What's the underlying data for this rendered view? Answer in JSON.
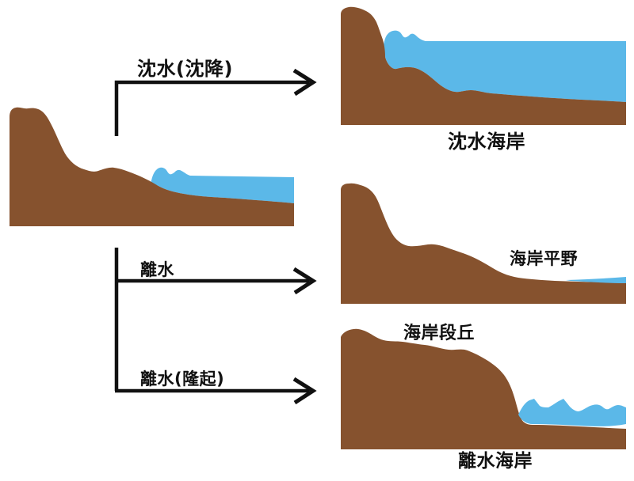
{
  "title": "Coastal landform evolution diagram (submergent and emergent coasts)",
  "colors": {
    "land": "#86522e",
    "water": "#5bb8e8",
    "arrow": "#111111",
    "text": "#111111",
    "background": "#ffffff"
  },
  "arrows": {
    "submergence": {
      "label": "沈水(沈降)"
    },
    "emergence": {
      "label": "離水"
    },
    "emergence_uplift": {
      "label": "離水(隆起)"
    }
  },
  "result_panels": {
    "submerged_coast": {
      "caption": "沈水海岸"
    },
    "coastal_plain": {
      "label": "海岸平野"
    },
    "emerged_coast": {
      "caption": "離水海岸",
      "terrace_label": "海岸段丘"
    }
  }
}
